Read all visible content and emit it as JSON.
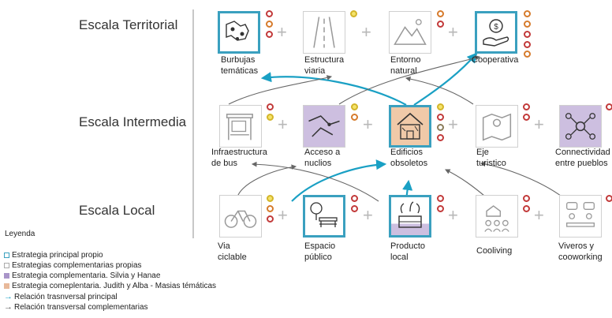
{
  "scales": {
    "territorial": "Escala Territorial",
    "intermedia": "Escala Intermedia",
    "local": "Escala Local"
  },
  "rows": {
    "territorial": [
      {
        "line1": "Burbujas",
        "line2": "temáticas",
        "icon": "bubbles-map-icon",
        "style": "main"
      },
      {
        "line1": "Estructura",
        "line2": "viaria",
        "icon": "road-icon",
        "style": "plain"
      },
      {
        "line1": "Entorno",
        "line2": "natural",
        "icon": "mountains-icon",
        "style": "plain"
      },
      {
        "line1": "Cooperativa",
        "line2": "",
        "icon": "hand-money-icon",
        "style": "main"
      }
    ],
    "intermedia": [
      {
        "line1": "Infraestructura",
        "line2": "de bus",
        "icon": "bus-stop-icon",
        "style": "plain"
      },
      {
        "line1": "Acceso a",
        "line2": "nuclios",
        "icon": "route-map-icon",
        "style": "purple"
      },
      {
        "line1": "Edificios",
        "line2": "obsoletos",
        "icon": "old-building-icon",
        "style": "main-orange"
      },
      {
        "line1": "Eje",
        "line2": "turistico",
        "icon": "map-pin-icon",
        "style": "plain"
      },
      {
        "line1": "Connectividad",
        "line2": "entre pueblos",
        "icon": "network-icon",
        "style": "purple"
      }
    ],
    "local": [
      {
        "line1": "Via",
        "line2": "ciclable",
        "icon": "bicycle-icon",
        "style": "plain"
      },
      {
        "line1": "Espacio",
        "line2": "público",
        "icon": "park-bench-icon",
        "style": "main"
      },
      {
        "line1": "Producto",
        "line2": "local",
        "icon": "produce-crate-icon",
        "style": "main-purple"
      },
      {
        "line1": "Cooliving",
        "line2": "",
        "icon": "co-living-icon",
        "style": "plain"
      },
      {
        "line1": "Viveros y",
        "line2": "cooworking",
        "icon": "coworking-icon",
        "style": "plain"
      }
    ]
  },
  "legend": {
    "title": "Leyenda",
    "items": [
      {
        "text": "Estrategia principal propio",
        "swatch": "#3aa0bf"
      },
      {
        "text": "Estrategias complementarias propias",
        "swatch": "#bdbdbd"
      },
      {
        "text": "Estrategia complementaria. Silvia y Hanae",
        "swatch": "#a995c9"
      },
      {
        "text": "Estrategia comeplentaria. Judith y Alba - Masias témáticas",
        "swatch": "#e8b99a"
      },
      {
        "text": "Relación trasnversal principal",
        "swatch": "#1aa0c4"
      },
      {
        "text": "Relación transversal complementarias",
        "swatch": "#555555"
      }
    ]
  },
  "colors": {
    "main_border": "#3aa0bf",
    "purple_fill": "#cdbfe0",
    "orange_fill": "#f0c9a8",
    "principal_arrow": "#1aa0c4",
    "complementary_arrow": "#666666"
  }
}
